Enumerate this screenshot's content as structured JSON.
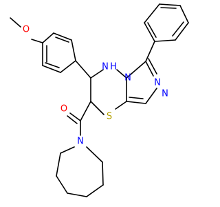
{
  "structure": {
    "atoms": [
      {
        "id": "o_methoxy",
        "symbol": "O",
        "color": "#ff0000"
      },
      {
        "id": "nh",
        "symbol": "N",
        "h": "H",
        "color": "#0000ff"
      },
      {
        "id": "n_tri",
        "symbol": "N",
        "color": "#0000ff"
      },
      {
        "id": "n_trz1",
        "symbol": "N",
        "color": "#0000ff"
      },
      {
        "id": "n_trz2",
        "symbol": "N",
        "color": "#0000ff"
      },
      {
        "id": "o_carbonyl",
        "symbol": "O",
        "color": "#ff0000"
      },
      {
        "id": "s",
        "symbol": "S",
        "color": "#b3a000"
      },
      {
        "id": "n_azepane",
        "symbol": "N",
        "color": "#0000ff"
      }
    ]
  }
}
